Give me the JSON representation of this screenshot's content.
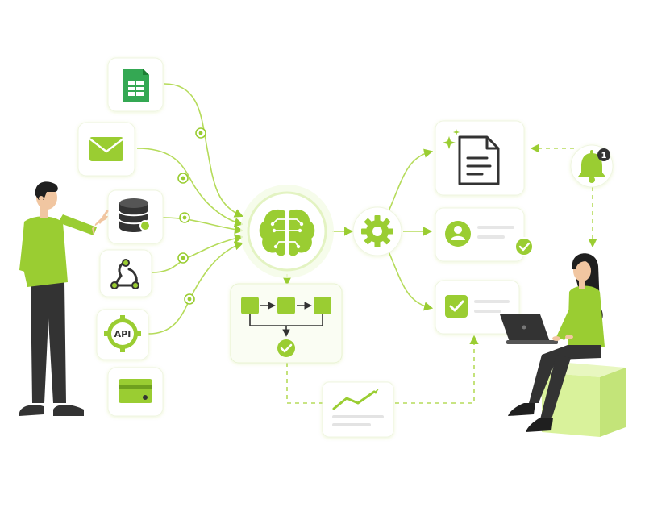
{
  "colors": {
    "accent": "#9ACD32",
    "accent_dark": "#6FA01E",
    "accent_light": "#D9F29B",
    "sheet_green": "#34A853",
    "dark": "#333333",
    "card_bg": "#FFFFFF",
    "card_border": "#EFF5E1",
    "connector": "#B5DB5A"
  },
  "sources": [
    {
      "icon": "spreadsheet-icon"
    },
    {
      "icon": "email-icon"
    },
    {
      "icon": "database-icon"
    },
    {
      "icon": "webhook-icon"
    },
    {
      "icon": "api-gear-icon",
      "label": "API"
    },
    {
      "icon": "credit-card-icon"
    }
  ],
  "hub": {
    "icon": "ai-brain-icon"
  },
  "workflow": {
    "steps": 3,
    "icon": "workflow-icon"
  },
  "outputs": [
    {
      "icon": "document-icon"
    },
    {
      "icon": "user-profile-icon"
    },
    {
      "icon": "checklist-icon"
    }
  ],
  "notification": {
    "icon": "bell-icon",
    "count": "1"
  },
  "report": {
    "icon": "line-chart-icon"
  },
  "people": [
    {
      "role": "presenter",
      "icon": "man-pointing-figure"
    },
    {
      "role": "laptop-user",
      "icon": "woman-laptop-figure"
    }
  ]
}
